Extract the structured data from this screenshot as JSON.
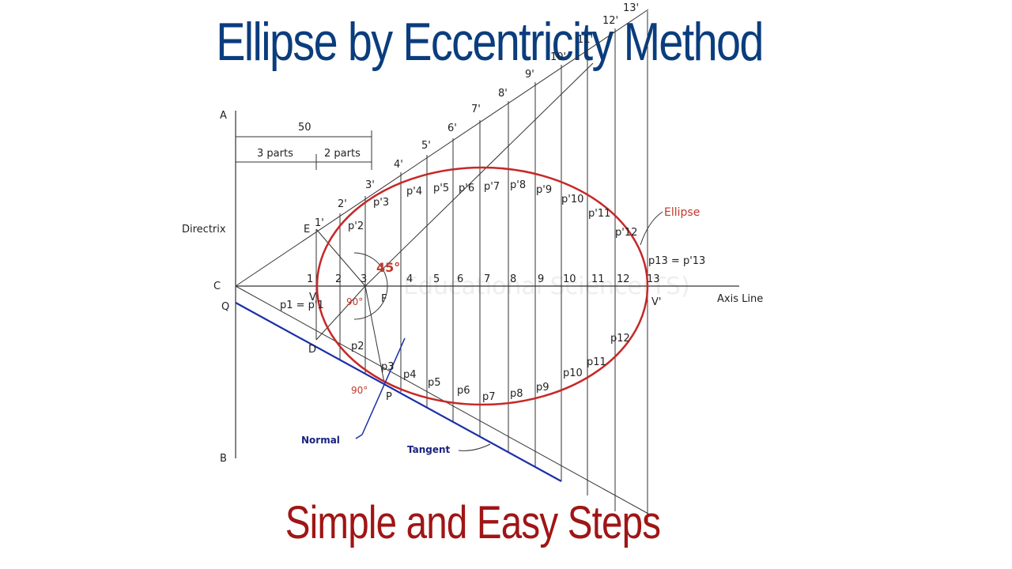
{
  "title": "Ellipse by Eccentricity Method",
  "subtitle": "Simple and Easy Steps",
  "labels": {
    "A": "A",
    "B": "B",
    "C": "C",
    "Q": "Q",
    "E": "E",
    "D": "D",
    "F": "F",
    "V": "V",
    "V_prime": "V'",
    "P": "P",
    "directrix": "Directrix",
    "axis_line": "Axis Line",
    "ellipse": "Ellipse",
    "normal": "Normal",
    "tangent": "Tangent",
    "dim_total": "50",
    "dim_left": "3 parts",
    "dim_right": "2 parts",
    "angle_45": "45°",
    "angle_90_focus": "90°",
    "angle_90_point": "90°",
    "p1_eq": "p1 = p'1",
    "p13_eq": "p13 = p'13",
    "watermark": "Educational Science(TS)"
  },
  "axis_numbers": [
    "1",
    "2",
    "3",
    "4",
    "5",
    "6",
    "7",
    "8",
    "9",
    "10",
    "11",
    "12",
    "13"
  ],
  "primed_numbers": [
    "1'",
    "2'",
    "3'",
    "4'",
    "5'",
    "6'",
    "7'",
    "8'",
    "9'",
    "10'",
    "11'",
    "12'",
    "13'"
  ],
  "upper_points": [
    "p'2",
    "p'3",
    "p'4",
    "p'5",
    "p'6",
    "p'7",
    "p'8",
    "p'9",
    "p'10",
    "p'11",
    "p'12"
  ],
  "lower_points": [
    "p2",
    "p3",
    "p4",
    "p5",
    "p6",
    "p7",
    "p8",
    "p9",
    "p10",
    "p11",
    "p12"
  ],
  "colors": {
    "title": "#0a3d7d",
    "subtitle": "#a01515",
    "ellipse": "#c62828",
    "tangent": "#1a2fa8",
    "lines": "#333333"
  }
}
